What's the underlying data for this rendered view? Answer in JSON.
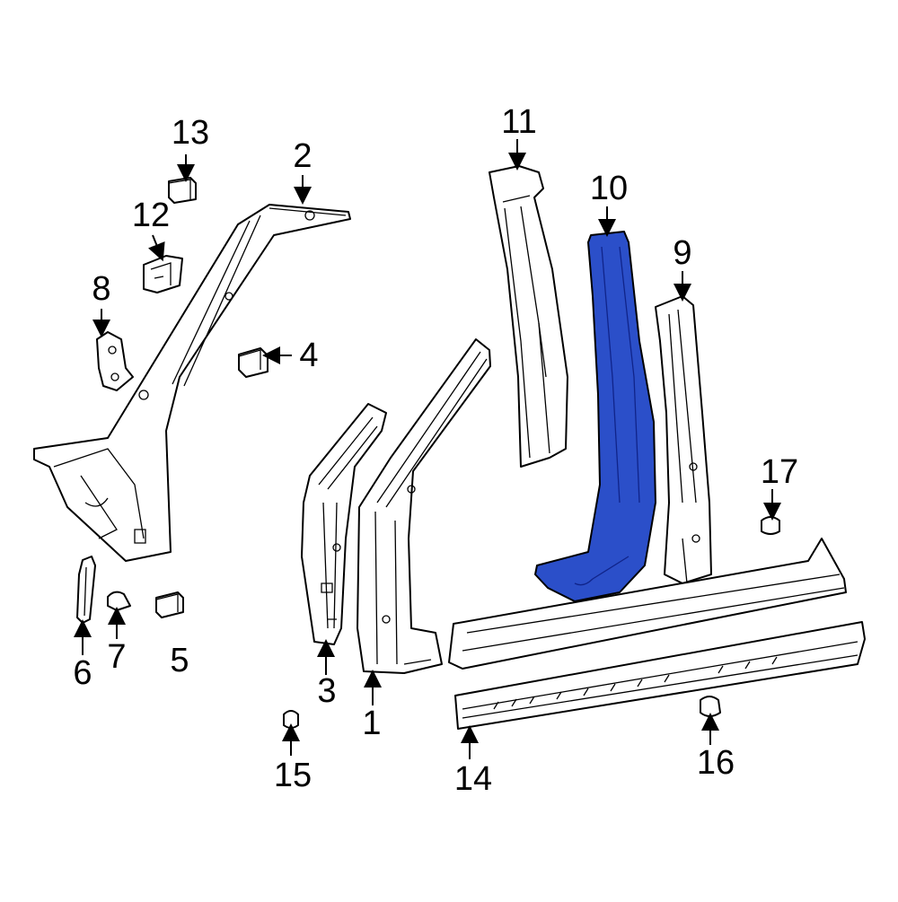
{
  "diagram": {
    "highlight_color": "#2b4fc9",
    "callouts": [
      {
        "id": "1",
        "label": "1"
      },
      {
        "id": "2",
        "label": "2"
      },
      {
        "id": "3",
        "label": "3"
      },
      {
        "id": "4",
        "label": "4"
      },
      {
        "id": "5",
        "label": "5"
      },
      {
        "id": "6",
        "label": "6"
      },
      {
        "id": "7",
        "label": "7"
      },
      {
        "id": "8",
        "label": "8"
      },
      {
        "id": "9",
        "label": "9"
      },
      {
        "id": "10",
        "label": "10"
      },
      {
        "id": "11",
        "label": "11"
      },
      {
        "id": "12",
        "label": "12"
      },
      {
        "id": "13",
        "label": "13"
      },
      {
        "id": "14",
        "label": "14"
      },
      {
        "id": "15",
        "label": "15"
      },
      {
        "id": "16",
        "label": "16"
      },
      {
        "id": "17",
        "label": "17"
      }
    ],
    "highlighted_part": "10"
  }
}
